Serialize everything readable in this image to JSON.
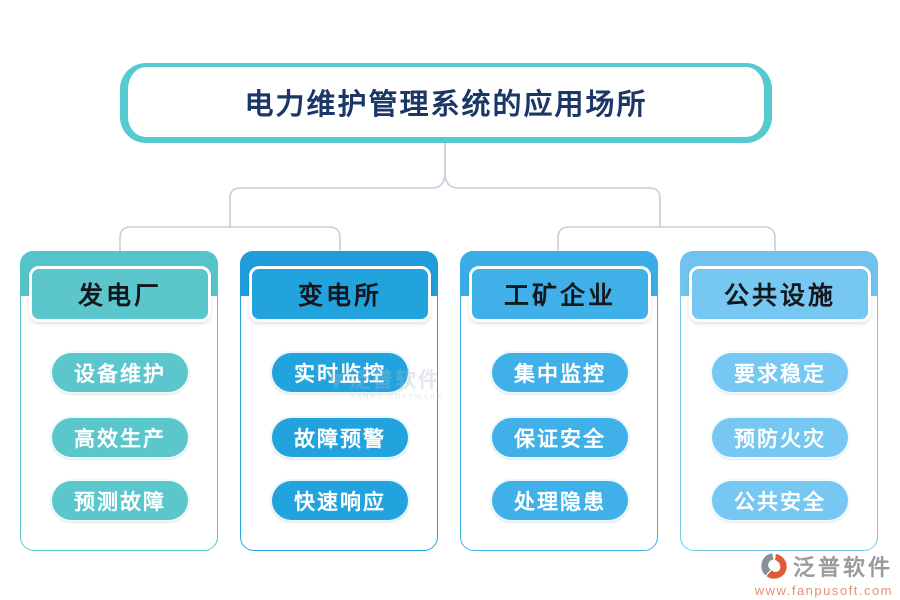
{
  "title": "电力维护管理系统的应用场所",
  "columns": [
    {
      "header": "发电厂",
      "color": "#5BC7CD",
      "band_color": "#55C4CA",
      "items": [
        "设备维护",
        "高效生产",
        "预测故障"
      ]
    },
    {
      "header": "变电所",
      "color": "#23A3DE",
      "band_color": "#1E9DDA",
      "items": [
        "实时监控",
        "故障预警",
        "快速响应"
      ]
    },
    {
      "header": "工矿企业",
      "color": "#40B1E8",
      "band_color": "#3BADE6",
      "items": [
        "集中监控",
        "保证安全",
        "处理隐患"
      ]
    },
    {
      "header": "公共设施",
      "color": "#76C7F1",
      "band_color": "#70C3EF",
      "items": [
        "要求稳定",
        "预防火灾",
        "公共安全"
      ]
    }
  ],
  "watermark": {
    "text": "泛普软件",
    "subtext": "FANPU SOFTWARE"
  },
  "footer_logo": {
    "name": "泛普软件",
    "url": "www.fanpusoft.com"
  },
  "colors": {
    "background": "#FFFFFF",
    "title_border": "#55CAD0",
    "title_text": "#1B3766",
    "header_text": "#14181C",
    "pill_text": "#FFFFFF",
    "connector_line": "#C6CFDE",
    "watermark_text": "#A8BBCB",
    "logo_text": "#9B9B9B",
    "logo_url_text": "#E2907F",
    "logo_orange": "#E05A3A",
    "logo_grey": "#8A9097"
  }
}
